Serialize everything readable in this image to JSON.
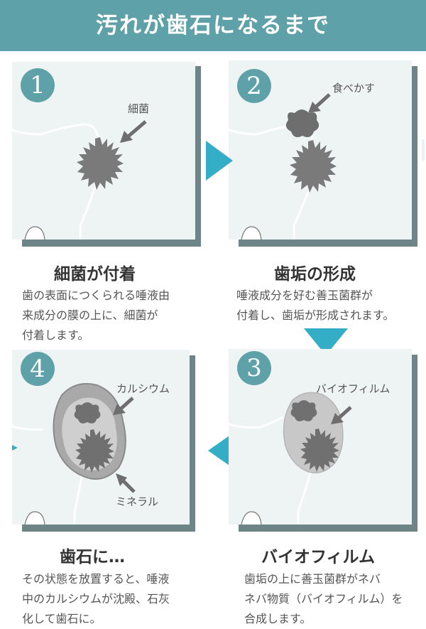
{
  "header": {
    "title": "汚れが歯石になるまで"
  },
  "colors": {
    "accent": "#5fa1a8",
    "frame": "#6d8587",
    "panel_bg": "#eef3f3",
    "germ": "#7a7a7a"
  },
  "steps": [
    {
      "number": "1",
      "title": "細菌が付着",
      "label": "細菌",
      "desc": [
        "歯の表面につくられる唾液由",
        "来成分の膜の上に、細菌が",
        "付着します。"
      ]
    },
    {
      "number": "2",
      "title": "歯垢の形成",
      "label": "食べかす",
      "desc": [
        "唾液成分を好む善玉菌群が",
        "付着し、歯垢が形成されます。"
      ]
    },
    {
      "number": "3",
      "title": "バイオフィルム",
      "label": "バイオフィルム",
      "desc": [
        "歯垢の上に善玉菌群がネバ",
        "ネバ物質（バイオフィルム）を",
        "合成します。"
      ]
    },
    {
      "number": "4",
      "title": "歯石に…",
      "label": "カルシウム",
      "label2": "ミネラル",
      "desc": [
        "その状態を放置すると、唾液",
        "中のカルシウムが沈殿、石灰",
        "化して歯石に。"
      ]
    }
  ]
}
